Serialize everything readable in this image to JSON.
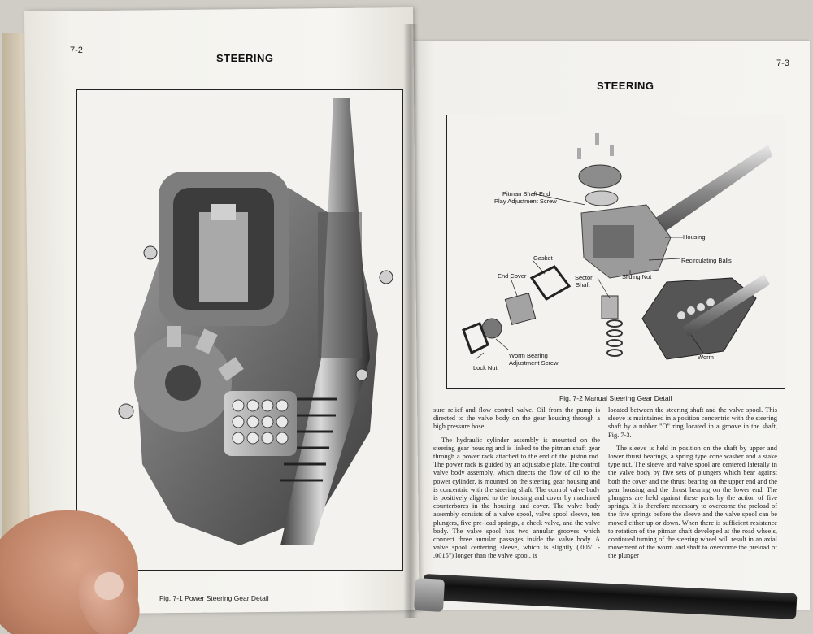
{
  "left_page": {
    "page_number": "7-2",
    "header": "STEERING",
    "figure_caption": "Fig. 7-1  Power Steering Gear Detail"
  },
  "right_page": {
    "page_number": "7-3",
    "header": "STEERING",
    "figure_caption": "Fig. 7-2  Manual Steering Gear Detail",
    "callouts": {
      "pitman": [
        "Pitman Shaft End",
        "Play Adjustment Screw"
      ],
      "housing": "Housing",
      "gasket": "Gasket",
      "end_cover": "End Cover",
      "recirculating_balls": "Recirculating Balls",
      "sliding_nut": "Sliding Nut",
      "sector_shaft": [
        "Sector",
        "Shaft"
      ],
      "lock_nut": "Lock Nut",
      "worm_bearing": [
        "Worm Bearing",
        "Adjustment Screw"
      ],
      "worm": "Worm"
    },
    "column1": [
      "sure relief and flow control valve. Oil from the pump is directed to the valve body on the gear housing through a high pressure hose.",
      "The hydraulic cylinder assembly is mounted on the steering gear housing and is linked to the pitman shaft gear through a power rack attached to the end of the piston rod. The power rack is guided by an adjustable plate. The control valve body assembly, which directs the flow of oil to the power cylinder, is mounted on the steering gear housing and is concentric with the steering shaft. The control valve body is positively aligned to the housing and cover by machined counterbores in the housing and cover. The valve body assembly consists of a valve spool, valve spool sleeve, ten plungers, five pre-load springs, a check valve, and the valve body. The valve spool has two annular grooves which connect three annular passages inside the valve body. A valve spool centering sleeve, which is slightly (.005\" - .0015\") longer than the valve spool, is"
    ],
    "column2": [
      "located between the steering shaft and the valve spool. This sleeve is maintained in a position concentric with the steering shaft by a rubber \"O\" ring located in a groove in the shaft, Fig. 7-3.",
      "The sleeve is held in position on the shaft by upper and lower thrust bearings, a spring type cone washer and a stake type nut. The sleeve and valve spool are centered laterally in the valve body by five sets of plungers which bear against both the cover and the thrust bearing on the upper end and the gear housing and the thrust bearing on the lower end. The plungers are held against these parts by the action of five springs. It is therefore necessary to overcome the preload of the five springs before the sleeve and the valve spool can be moved either up or down. When there is sufficient resistance to rotation of the pitman shaft developed at the road wheels, continued turning of the steering wheel will result in an axial movement of the worm and shaft to overcome the preload of the plunger"
    ]
  }
}
